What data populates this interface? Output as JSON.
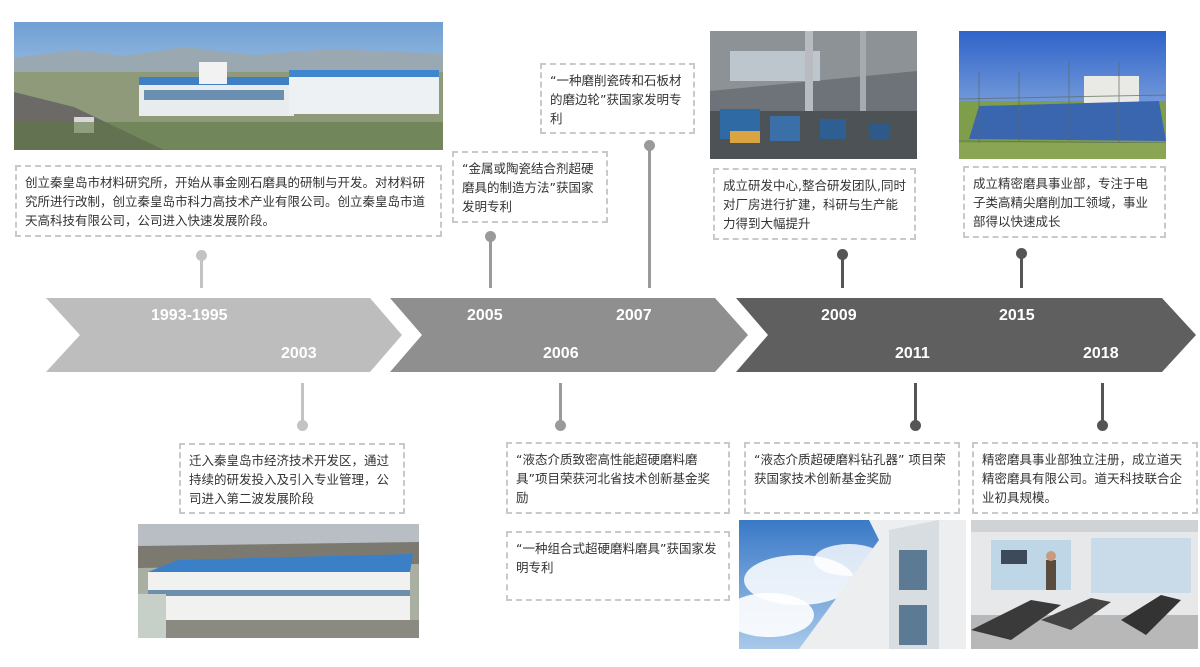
{
  "timeline": {
    "colors": {
      "segment1": "#bdbdbd",
      "segment2": "#8f8f8f",
      "segment3": "#5f5f5f",
      "line_light": "#bdbdbd",
      "line_mid": "#9a9a9a",
      "line_dark": "#555555"
    },
    "years": {
      "y1993": "1993-1995",
      "y2003": "2003",
      "y2005": "2005",
      "y2006": "2006",
      "y2007": "2007",
      "y2009": "2009",
      "y2011": "2011",
      "y2015": "2015",
      "y2018": "2018"
    }
  },
  "events": {
    "e1993": "创立秦皇岛市材料研究所，开始从事金刚石磨具的研制与开发。对材料研究所进行改制，创立秦皇岛市科力高技术产业有限公司。创立秦皇岛市道天高科技有限公司，公司进入快速发展阶段。",
    "e2003": "迁入秦皇岛市经济技术开发区，通过持续的研发投入及引入专业管理，公司进入第二波发展阶段",
    "e2005": "“金属或陶瓷结合剂超硬磨具的制造方法”获国家发明专利",
    "e2006a": "“液态介质致密高性能超硬磨料磨具”项目荣获河北省技术创新基金奖励",
    "e2006b": "“一种组合式超硬磨料磨具”获国家发明专利",
    "e2007": "“一种磨削瓷砖和石板材的磨边轮”获国家发明专利",
    "e2009": "成立研发中心,整合研发团队,同时对厂房进行扩建，科研与生产能力得到大幅提升",
    "e2011": "“液态介质超硬磨料钻孔器” 项目荣获国家技术创新基金奖励",
    "e2015": "成立精密磨具事业部，专注于电子类高精尖磨削加工领域，事业部得以快速成长",
    "e2018": "精密磨具事业部独立注册，成立道天精密磨具有限公司。道天科技联合企业初具规模。"
  }
}
